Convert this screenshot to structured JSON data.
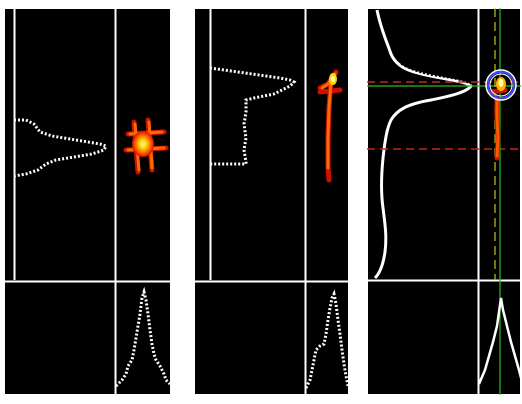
{
  "panels": [
    {
      "id": "panel-1",
      "label": ""
    },
    {
      "id": "panel-2",
      "label": ""
    },
    {
      "id": "panel-3",
      "label": ""
    }
  ],
  "colors": {
    "background": "#000000",
    "border": "#ffffff",
    "profile": "#ffffff",
    "heatmap_hot": "#ffff80",
    "heatmap_mid": "#ff8c00",
    "heatmap_cool": "#cc1100",
    "crosshair_red": "#c0281e",
    "crosshair_green": "#20c020",
    "marker_ring": "#3a4cff"
  },
  "icons": {
    "marker": "target-circle-icon"
  }
}
